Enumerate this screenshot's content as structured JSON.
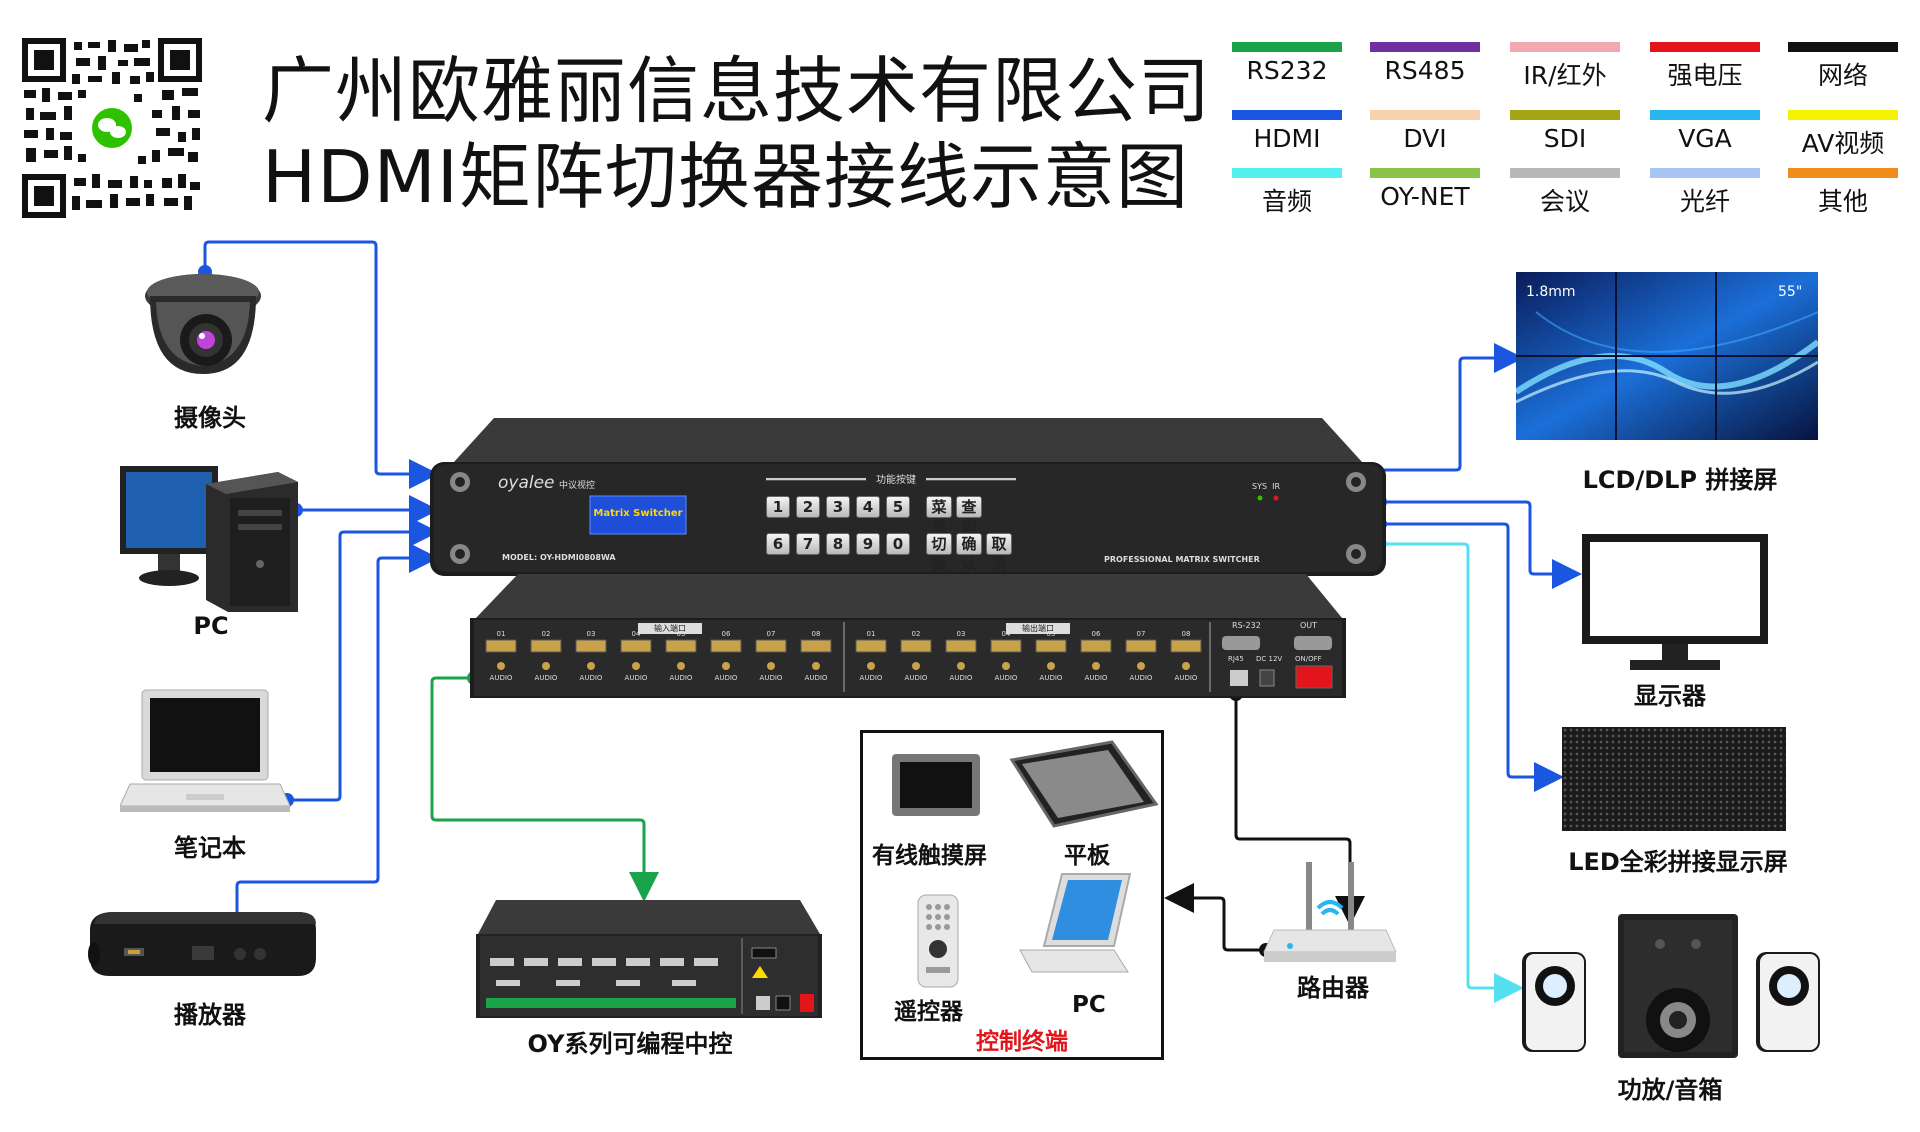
{
  "header": {
    "title_line1": "广州欧雅丽信息技术有限公司",
    "title_line2": "HDMI矩阵切换器接线示意图"
  },
  "legend": [
    {
      "label": "RS232",
      "color": "#1aa34a"
    },
    {
      "label": "RS485",
      "color": "#7030a0"
    },
    {
      "label": "IR/红外",
      "color": "#f4a7b0"
    },
    {
      "label": "强电压",
      "color": "#e4141b"
    },
    {
      "label": "网络",
      "color": "#111111"
    },
    {
      "label": "HDMI",
      "color": "#1a56e0"
    },
    {
      "label": "DVI",
      "color": "#f6d3ae"
    },
    {
      "label": "SDI",
      "color": "#a5a414"
    },
    {
      "label": "VGA",
      "color": "#27b6f0"
    },
    {
      "label": "AV视频",
      "color": "#f5f400"
    },
    {
      "label": "音频",
      "color": "#54f0f0"
    },
    {
      "label": "OY-NET",
      "color": "#8bc34a"
    },
    {
      "label": "会议",
      "color": "#b8b8b8"
    },
    {
      "label": "光纤",
      "color": "#a8c4f4"
    },
    {
      "label": "其他",
      "color": "#f08c1a"
    }
  ],
  "inputs": {
    "camera": "摄像头",
    "pc": "PC",
    "laptop": "笔记本",
    "player": "播放器"
  },
  "outputs": {
    "lcd": "LCD/DLP 拼接屏",
    "lcd_spec_left": "1.8mm",
    "lcd_spec_right": "55\"",
    "monitor": "显示器",
    "led": "LED全彩拼接显示屏",
    "audio": "功放/音箱"
  },
  "matrix": {
    "brand": "oyalee",
    "brand_cn": "中议视控",
    "screen_text": "Matrix Switcher",
    "func_label": "功能按键",
    "keys_top": [
      "1",
      "2",
      "3",
      "4",
      "5"
    ],
    "keys_bottom": [
      "6",
      "7",
      "8",
      "9",
      "0"
    ],
    "func_keys_top": [
      "菜单",
      "查询"
    ],
    "func_keys_bottom": [
      "切换",
      "确认",
      "取消"
    ],
    "model": "MODEL:  OY-HDMI0808WA",
    "indicators": "SYS  IR",
    "tagline": "PROFESSIONAL MATRIX SWITCHER",
    "rear_input_title": "输入端口",
    "rear_output_title": "输出端口",
    "ports": [
      "01",
      "02",
      "03",
      "04",
      "05",
      "06",
      "07",
      "08"
    ],
    "audio_label": "AUDIO",
    "rs232": "RS-232",
    "out": "OUT",
    "rj45": "RJ45",
    "dc": "DC 12V",
    "onoff": "ON/OFF"
  },
  "control": {
    "central": "OY系列可编程中控",
    "router": "路由器",
    "touch": "有线触摸屏",
    "tablet": "平板",
    "remote": "遥控器",
    "pc": "PC",
    "terminal": "控制终端"
  }
}
